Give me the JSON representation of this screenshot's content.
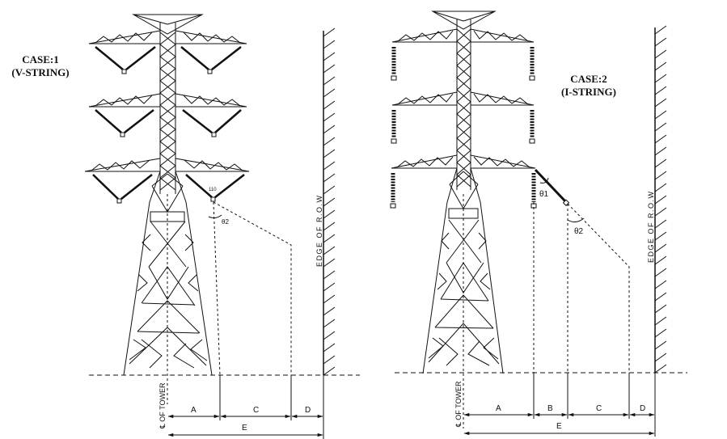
{
  "case1": {
    "title": "CASE:1",
    "subtitle": "(V-STRING)",
    "angle_small": "110",
    "theta2": "θ2",
    "edge_label": "EDGE OF R.O.W",
    "centerline_label": "℄ OF TOWER",
    "dimensions": {
      "a": "A",
      "c": "C",
      "d": "D",
      "e": "E"
    }
  },
  "case2": {
    "title": "CASE:2",
    "subtitle": "(I-STRING)",
    "theta1": "θ1",
    "theta2": "θ2",
    "edge_label": "EDGE OF R.O.W",
    "centerline_label": "℄ OF TOWER",
    "dimensions": {
      "a": "A",
      "b": "B",
      "c": "C",
      "d": "D",
      "e": "E"
    }
  }
}
